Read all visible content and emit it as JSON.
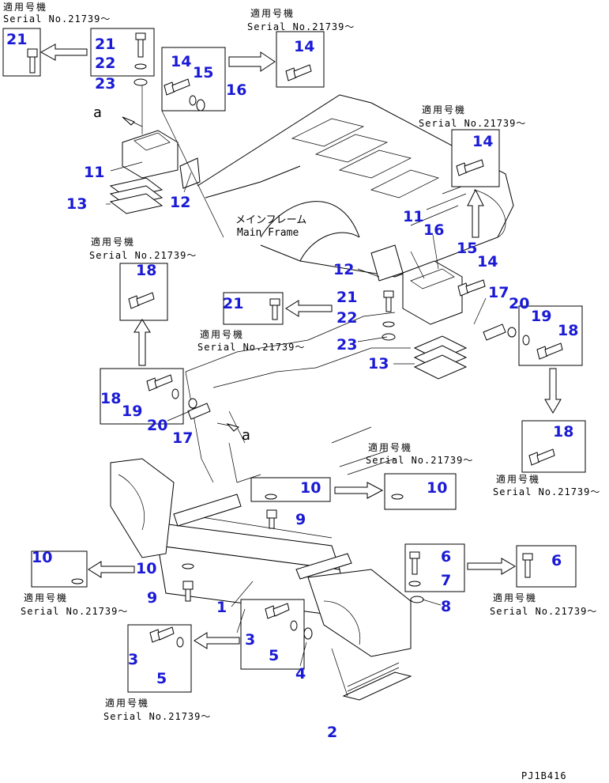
{
  "diagram": {
    "drawing_code": "PJ1B416",
    "applicable_jp": "適用号機",
    "serial_text": "Serial No.21739～",
    "main_frame_jp": "メインフレーム",
    "main_frame_en": "Main Frame",
    "view_letter": "a",
    "callouts": [
      "1",
      "2",
      "3",
      "4",
      "5",
      "6",
      "7",
      "8",
      "9",
      "10",
      "11",
      "12",
      "13",
      "14",
      "15",
      "16",
      "17",
      "18",
      "19",
      "20",
      "21",
      "22",
      "23"
    ]
  }
}
